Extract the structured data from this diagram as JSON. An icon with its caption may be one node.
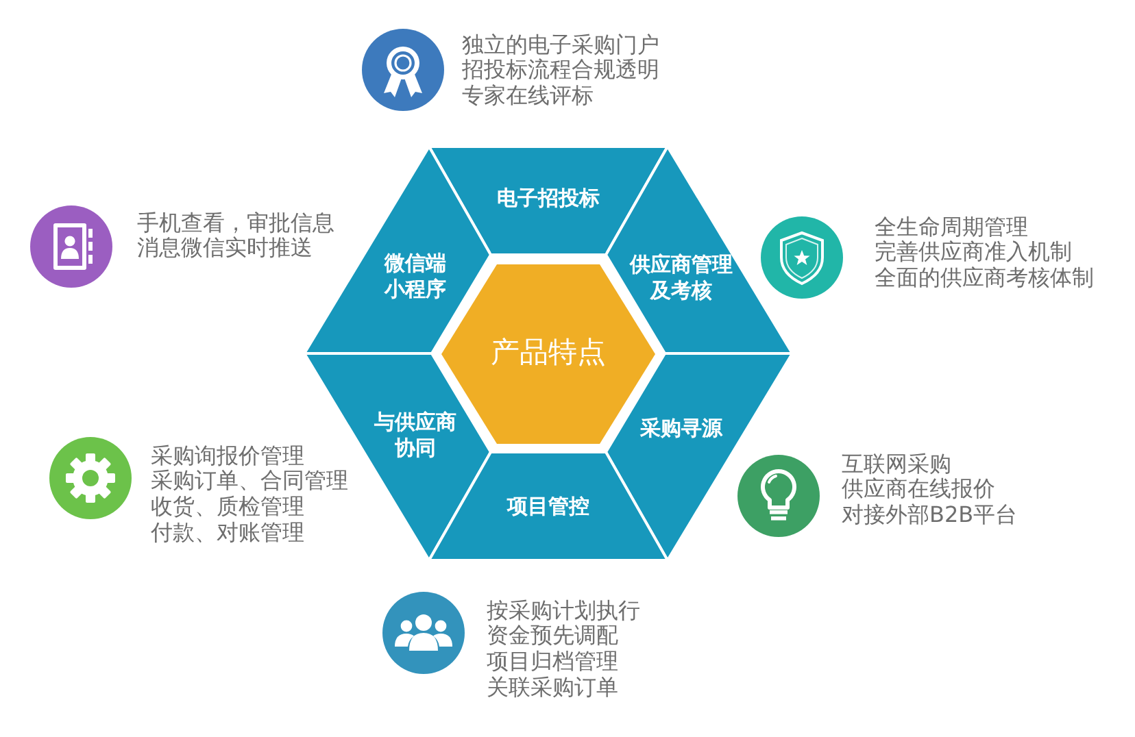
{
  "diagram": {
    "nodes": [
      {
        "text": [
          "电子招投标"
        ]
      },
      {
        "text": [
          "微信端小程序"
        ]
      },
      {
        "text": [
          "供应商管理及考核"
        ]
      },
      {
        "text": [
          "产品特点"
        ]
      },
      {
        "text": [
          "与供应商协同"
        ]
      },
      {
        "text": [
          "采购寻源"
        ]
      },
      {
        "text": [
          "项目管控"
        ]
      }
    ],
    "labels": [
      "独立的电子采购门户",
      "招投标流程合规透明",
      "专家在线评标",
      "手机查看，审批信息",
      "消息微信实时推送",
      "全生命周期管理",
      "完善供应商准入机制",
      "全面的供应商考核体制",
      "采购询报价管理",
      "采购订单、合同管理",
      "收货、质检管理",
      "付款、对账管理",
      "互联网采购",
      "供应商在线报价",
      "对接外部B2B平台",
      "按采购计划执行",
      "资金预先调配",
      "项目归档管理",
      "关联采购订单"
    ]
  }
}
